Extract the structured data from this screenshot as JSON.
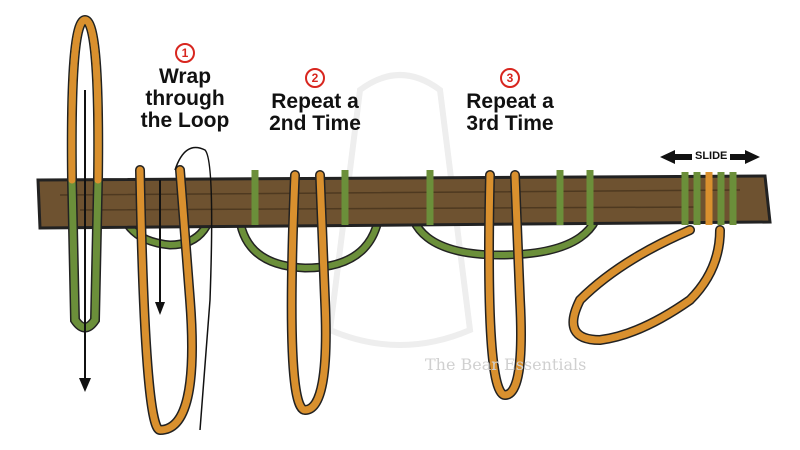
{
  "steps": [
    {
      "number": "1",
      "label_line1": "Wrap",
      "label_line2": "through",
      "label_line3": "the Loop"
    },
    {
      "number": "2",
      "label_line1": "Repeat a",
      "label_line2": "2nd Time"
    },
    {
      "number": "3",
      "label_line1": "Repeat a",
      "label_line2": "3rd Time"
    }
  ],
  "slide_label": "SLIDE",
  "watermark": "The Bear Essentials",
  "colors": {
    "rope_orange": "#d9902e",
    "rope_green": "#6b8f3a",
    "wood": "#6e5230",
    "badge": "#d8261f"
  }
}
